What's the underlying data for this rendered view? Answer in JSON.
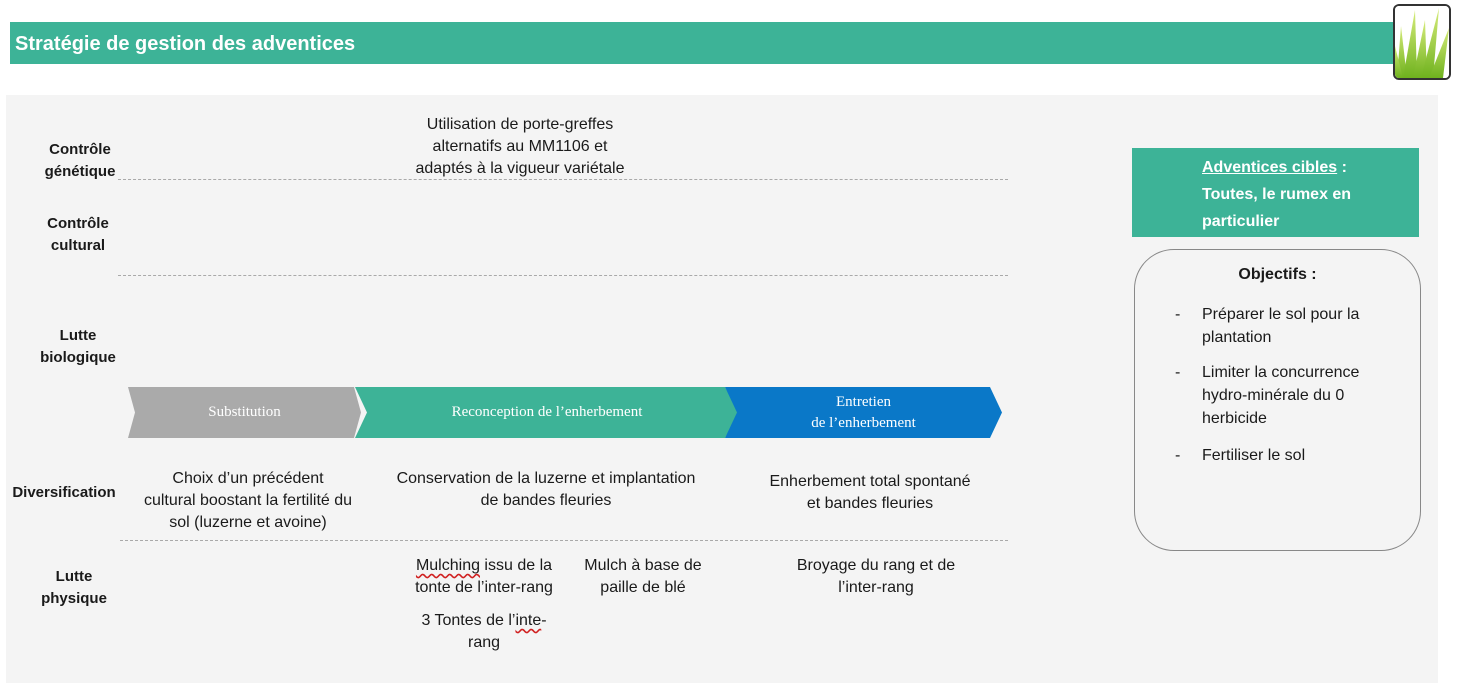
{
  "title": "Stratégie de gestion des adventices",
  "rows": {
    "controle_genetique": "Contrôle génétique",
    "controle_cultural": "Contrôle cultural",
    "lutte_biologique": "Lutte biologique",
    "diversification": "Diversification",
    "lutte_physique": "Lutte physique"
  },
  "genetique_text": {
    "line1": "Utilisation de porte-greffes",
    "line2": "alternatifs au MM1106 et",
    "line3": "adaptés à la vigueur variétale"
  },
  "phases": [
    {
      "label": "Substitution",
      "color": "#aaaaaa"
    },
    {
      "label": "Reconception de l’enherbement",
      "color": "#3db397"
    },
    {
      "label_line1": "Entretien",
      "label_line2": "de l’enherbement",
      "color": "#0a78c8"
    }
  ],
  "diversification": {
    "col1": {
      "line1": "Choix d’un précédent",
      "line2": "cultural boostant la fertilité du",
      "line3": "sol (luzerne et avoine)"
    },
    "col2": {
      "line1": "Conservation de la luzerne  et implantation",
      "line2": "de bandes fleuries"
    },
    "col3": {
      "line1": "Enherbement total spontané",
      "line2": "et bandes fleuries"
    }
  },
  "physique": {
    "mulching": {
      "word1": "Mulching",
      "rest1": " issu de la",
      "line2": "tonte de l’inter-rang"
    },
    "tontes": {
      "prefix": "3 Tontes de l’",
      "word": "inte",
      "suffix": "-",
      "line2": "rang"
    },
    "mulch_paille": {
      "line1": "Mulch à base de",
      "line2": "paille de blé"
    },
    "broyage": {
      "line1": "Broyage du rang et de",
      "line2": "l’inter-rang"
    }
  },
  "adventices": {
    "heading": "Adventices cibles",
    "colon": " :",
    "line2": "Toutes, le rumex en",
    "line3": "particulier"
  },
  "objectifs": {
    "title": "Objectifs :",
    "bullet": "-",
    "items": [
      {
        "line1": "Préparer le sol pour la",
        "line2": "plantation"
      },
      {
        "line1": "Limiter la concurrence",
        "line2": "hydro-minérale du 0",
        "line3": "herbicide"
      },
      {
        "line1": "Fertiliser le sol"
      }
    ]
  },
  "colors": {
    "accent_green": "#3db397",
    "accent_blue": "#0a78c8",
    "grey": "#aaaaaa",
    "panel": "#f4f4f4"
  },
  "logo_icon": "grass-icon"
}
